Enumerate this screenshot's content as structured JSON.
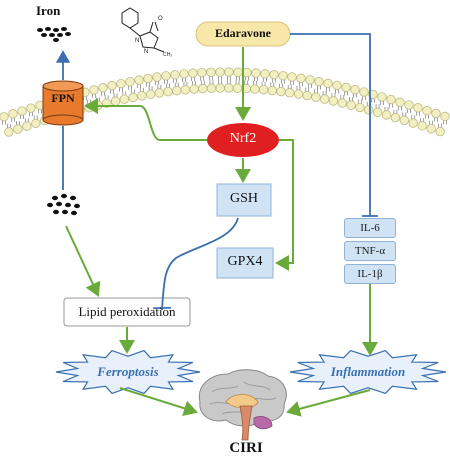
{
  "labels": {
    "iron": "Iron",
    "edaravone": "Edaravone",
    "fpn": "FPN",
    "nrf2": "Nrf2",
    "gsh": "GSH",
    "gpx4": "GPX4",
    "il6": "IL-6",
    "tnf": "TNF-α",
    "il1b": "IL-1β",
    "lipid_peroxidation": "Lipid peroxidation",
    "ferroptosis": "Ferroptosis",
    "inflammation": "Inflammation",
    "ciri": "CIRI"
  },
  "colors": {
    "green_arrow": "#6aaa3a",
    "blue_arrow": "#3a6fb0",
    "nrf2_fill": "#e02020",
    "fpn_fill": "#e87a2e",
    "edaravone_fill": "#f7e7a8",
    "box_fill": "#cfe3f5",
    "membrane_head": "#f2efc0",
    "star_fill": "#e8f1fb"
  },
  "icons": [
    "iron-dots-icon",
    "edaravone-structure-icon",
    "brain-icon"
  ]
}
